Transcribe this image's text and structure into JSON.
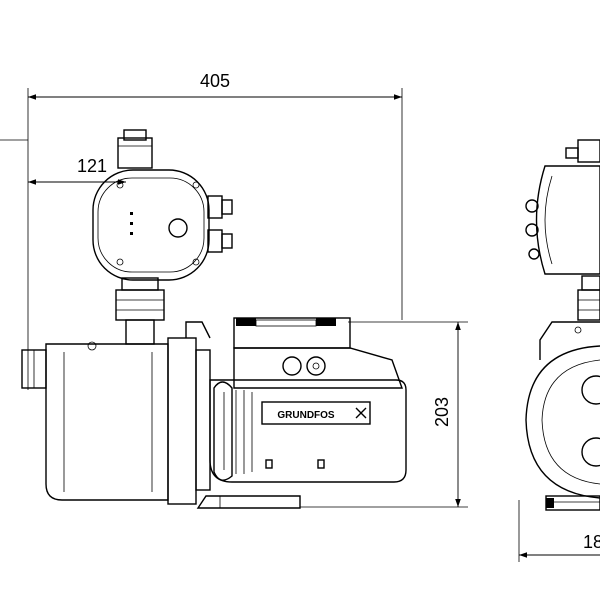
{
  "drawing": {
    "dimensions": {
      "overall_length": "405",
      "control_offset": "121",
      "height": "203",
      "width_partial": "18"
    },
    "brand_logo": "GRUNDFOS"
  }
}
